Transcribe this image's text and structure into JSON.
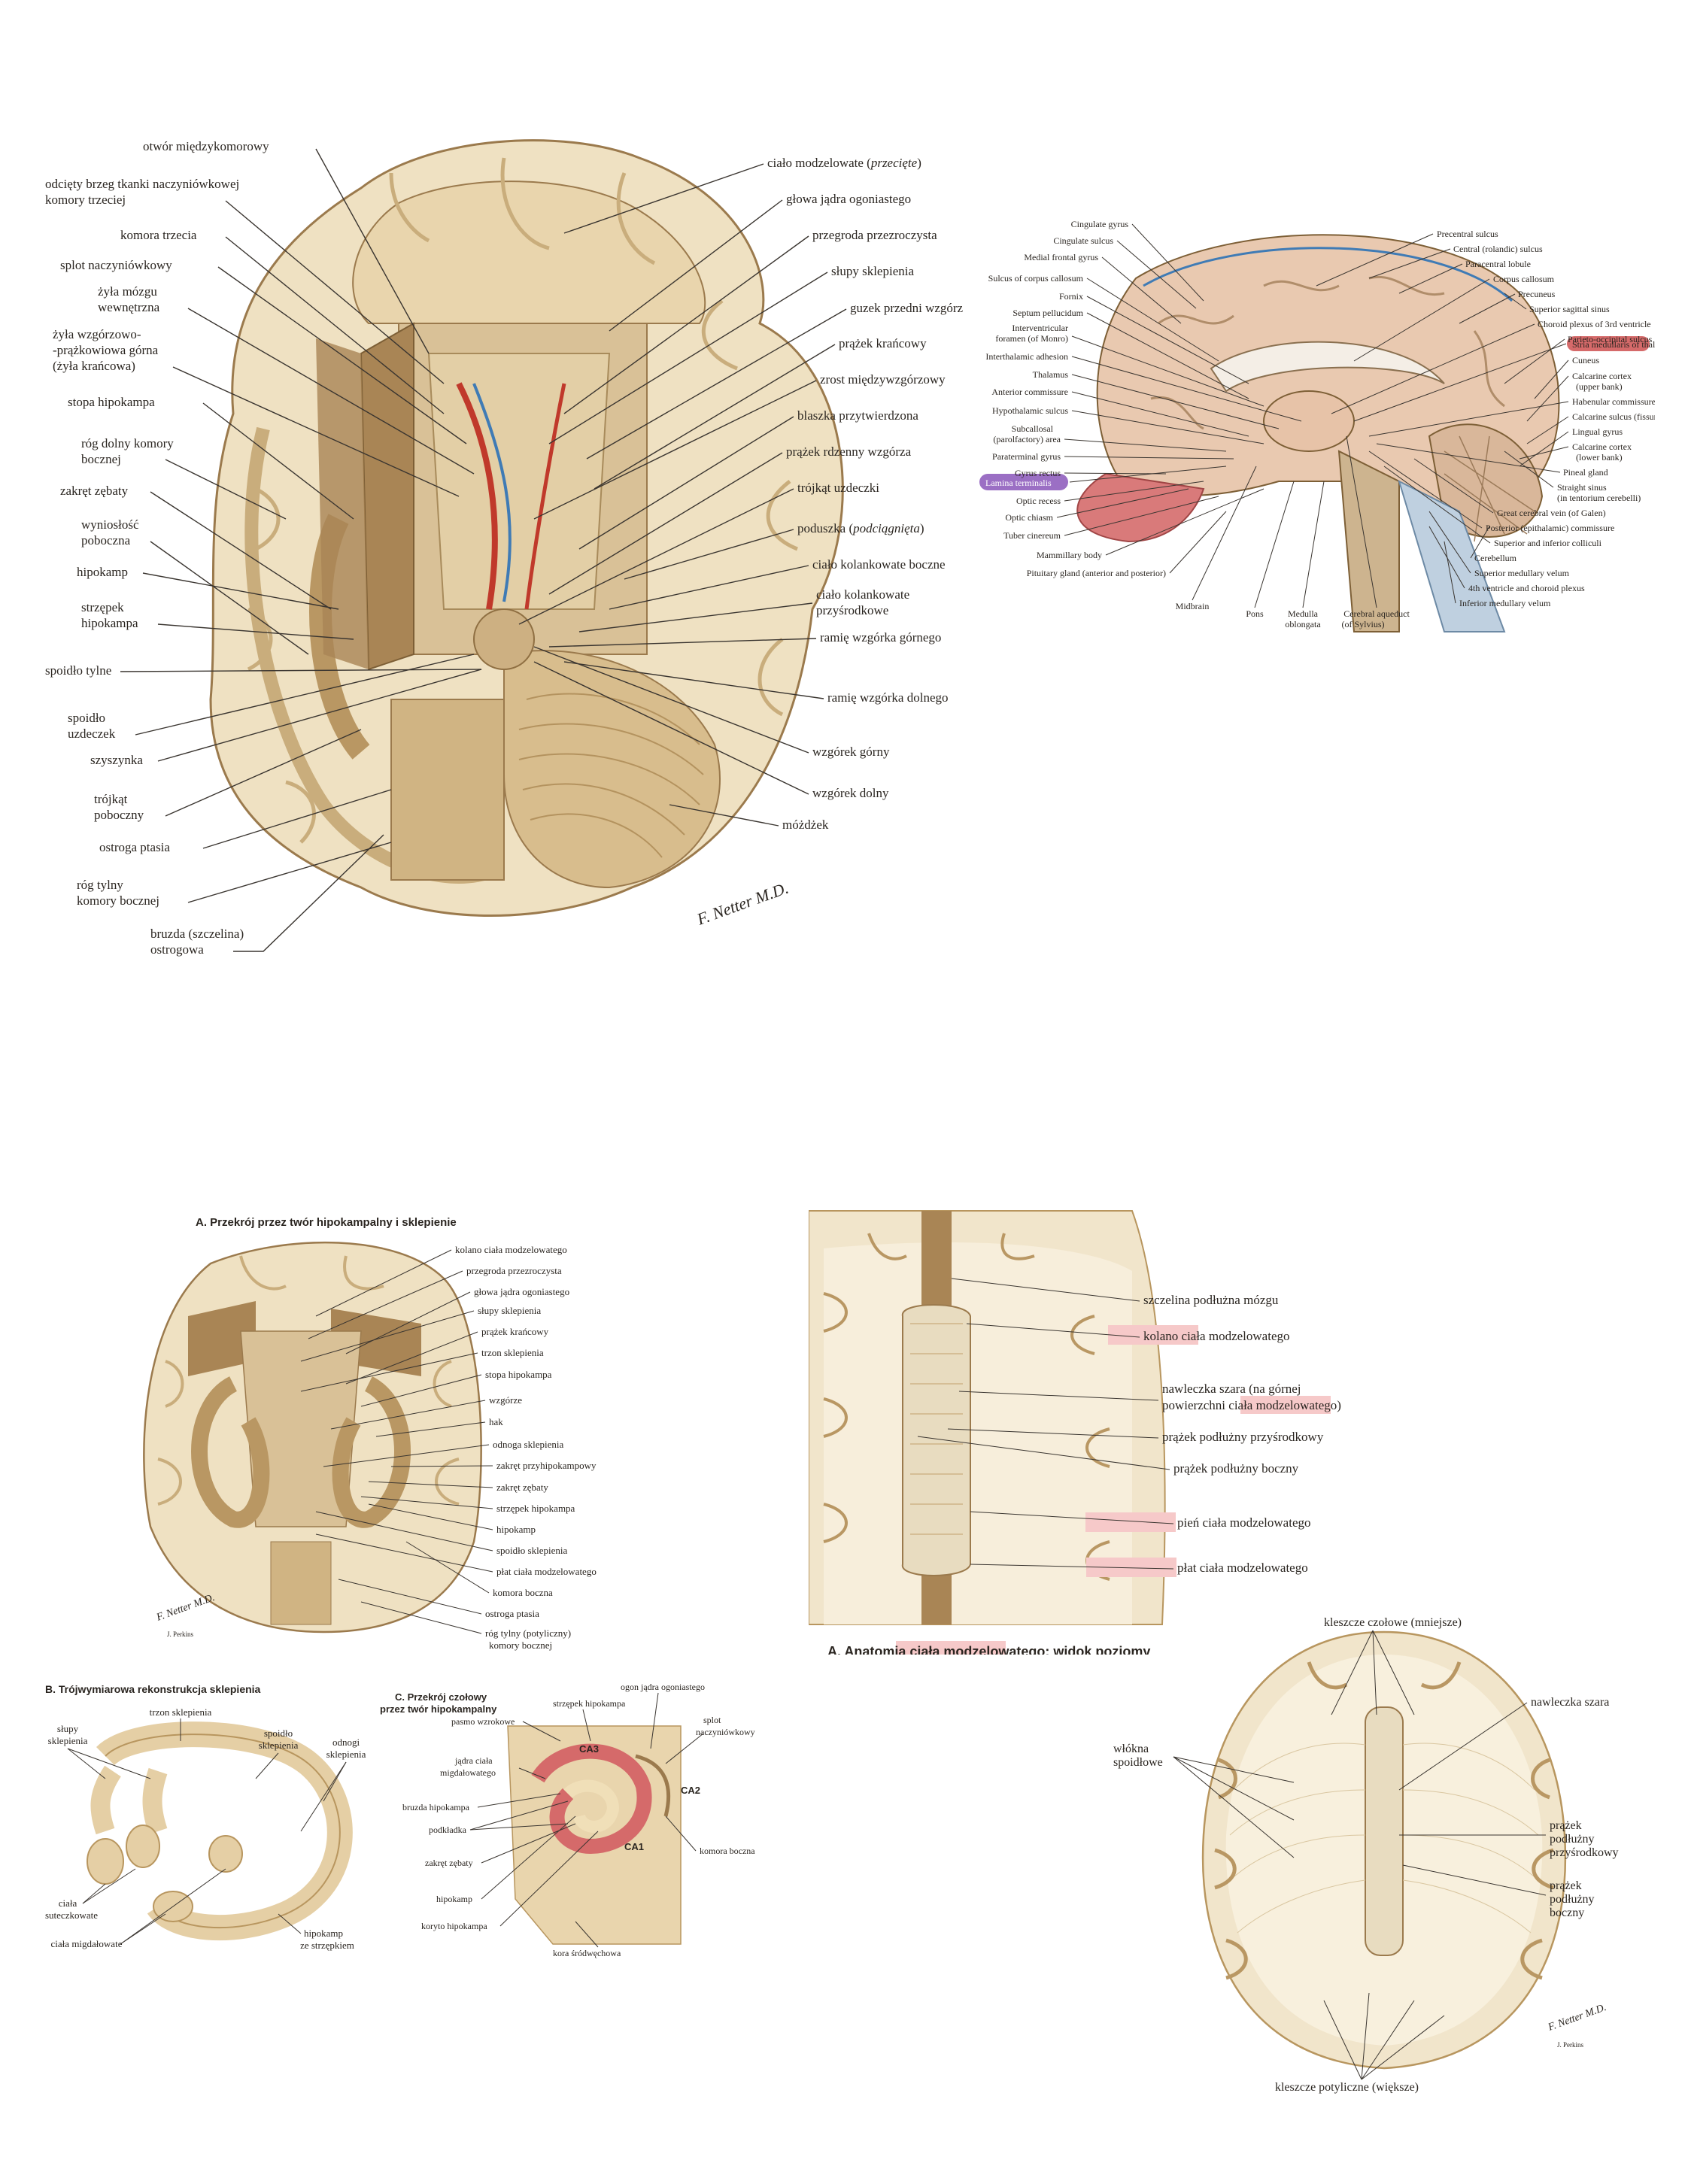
{
  "colors": {
    "tissue_light": "#efe1c2",
    "tissue_mid": "#d9c197",
    "tissue_dark": "#9b7a4d",
    "cut_surface": "#a98555",
    "vessel_red": "#c0392b",
    "vessel_blue": "#3f7bb5",
    "highlight_pink": "#f6c9c9",
    "highlight_red": "#d56a6a",
    "highlight_purple": "#9b6fc4"
  },
  "panel1": {
    "left_labels": [
      "otwór międzykomorowy",
      "odcięty brzeg tkanki naczyniówkowej",
      "komory trzeciej",
      "komora trzecia",
      "splot naczyniówkowy",
      "żyła mózgu",
      "wewnętrzna",
      "żyła wzgórzowo-",
      "-prążkowiowa górna",
      "(żyła krańcowa)",
      "stopa hipokampa",
      "róg dolny komory",
      "bocznej",
      "zakręt zębaty",
      "wyniosłość",
      "poboczna",
      "hipokamp",
      "strzępek",
      "hipokampa",
      "spoidło tylne",
      "spoidło",
      "uzdeczek",
      "szyszynka",
      "trójkąt",
      "poboczny",
      "ostroga ptasia",
      "róg tylny",
      "komory bocznej",
      "bruzda (szczelina)",
      "ostrogowa"
    ],
    "right_labels": [
      "ciało modzelowate (",
      "przecięte",
      ")",
      "głowa jądra ogoniastego",
      "przegroda przezroczysta",
      "słupy sklepienia",
      "guzek przedni wzgórza",
      "prążek krańcowy",
      "zrost międzywzgórzowy",
      "blaszka przytwierdzona",
      "prążek rdzenny wzgórza",
      "trójkąt uzdeczki",
      "poduszka (",
      "podciągnięta",
      "ciało kolankowate boczne",
      "ciało kolankowate",
      "przyśrodkowe",
      "ramię wzgórka górnego",
      "ramię wzgórka dolnego",
      "wzgórek górny",
      "wzgórek dolny",
      "móżdżek"
    ],
    "signature": "F. Netter M.D."
  },
  "panel2": {
    "left_labels": [
      "Cingulate gyrus",
      "Cingulate sulcus",
      "Medial frontal gyrus",
      "Sulcus of corpus callosum",
      "Fornix",
      "Septum pellucidum",
      "Interventricular",
      "foramen (of Monro)",
      "Interthalamic adhesion",
      "Thalamus",
      "Anterior commissure",
      "Hypothalamic sulcus",
      "Subcallosal",
      "(parolfactory) area",
      "Paraterminal gyrus",
      "Gyrus rectus",
      "Lamina terminalis",
      "Optic recess",
      "Optic chiasm",
      "Tuber cinereum",
      "Mammillary body",
      "Pituitary gland (anterior and posterior)"
    ],
    "bottom_labels": [
      "Midbrain",
      "Pons",
      "Medulla",
      "oblongata",
      "Cerebral aqueduct",
      "(of Sylvius)"
    ],
    "right_labels": [
      "Precentral sulcus",
      "Central (rolandic) sulcus",
      "Paracentral lobule",
      "Corpus callosum",
      "Precuneus",
      "Superior sagittal sinus",
      "Choroid plexus of 3rd ventricle",
      "Parieto-occipital sulcus",
      "Stria medullaris of thalamus",
      "Cuneus",
      "Calcarine cortex",
      "(upper bank)",
      "Habenular commissure",
      "Calcarine sulcus (fissure)",
      "Lingual gyrus",
      "Calcarine cortex",
      "(lower bank)",
      "Pineal gland",
      "Straight sinus",
      "(in tentorium cerebelli)",
      "Great cerebral vein (of Galen)",
      "Posterior (epithalamic) commissure",
      "Superior and inferior colliculi",
      "Cerebellum",
      "Superior medullary velum",
      "4th ventricle and choroid plexus",
      "Inferior medullary velum"
    ]
  },
  "panel3": {
    "title": "A. Przekrój przez twór hipokampalny i sklepienie",
    "right_labels": [
      "kolano ciała modzelowatego",
      "przegroda przezroczysta",
      "głowa jądra ogoniastego",
      "słupy sklepienia",
      "prążek krańcowy",
      "trzon sklepienia",
      "stopa hipokampa",
      "wzgórze",
      "hak",
      "odnoga sklepienia",
      "zakręt przyhipokampowy",
      "zakręt zębaty",
      "strzępek hipokampa",
      "hipokamp",
      "spoidło sklepienia",
      "płat ciała modzelowatego",
      "komora boczna",
      "ostroga ptasia",
      "róg tylny (potyliczny)",
      "komory bocznej"
    ],
    "signature": "F. Netter M.D.",
    "signature2": "J. Perkins"
  },
  "panel4": {
    "title": "B. Trójwymiarowa rekonstrukcja sklepienia",
    "labels": [
      "trzon sklepienia",
      "słupy",
      "sklepienia",
      "spoidło",
      "sklepienia",
      "odnogi",
      "sklepienia",
      "ciała",
      "suteczkowate",
      "ciała migdałowate",
      "hipokamp",
      "ze strzępkiem"
    ]
  },
  "panel5": {
    "title_line1": "C.  Przekrój czołowy",
    "title_line2": "przez twór hipokampalny",
    "labels": [
      "ogon jądra ogoniastego",
      "strzępek hipokampa",
      "pasmo wzrokowe",
      "splot",
      "naczyniówkowy",
      "jądra ciała",
      "migdałowatego",
      "bruzda hipokampa",
      "podkładka",
      "zakręt zębaty",
      "hipokamp",
      "koryto hipokampa",
      "kora śródwęchowa",
      "komora boczna"
    ],
    "region_labels": [
      "CA3",
      "CA2",
      "CA1"
    ]
  },
  "panel6": {
    "labels": [
      "szczelina podłużna mózgu",
      "kolano ciała ",
      "modzelowatego",
      "nawleczka szara (na górnej",
      "powierzchni ciała ",
      "modzelowatego",
      ")",
      "prążek podłużny przyśrodkowy",
      "prążek podłużny boczny",
      "pień ciała ",
      "modzelowatego",
      "płat ciała ",
      "modzelowatego"
    ],
    "caption_prefix": "A. Anatomia ciała ",
    "caption_highlight": "modzelowatego",
    "caption_suffix": ": widok poziomy"
  },
  "panel7": {
    "labels": [
      "kleszcze czołowe (mniejsze)",
      "nawleczka szara",
      "włókna",
      "spoidłowe",
      "prążek",
      "podłużny",
      "przyśrodkowy",
      "prążek",
      "podłużny",
      "boczny",
      "kleszcze potyliczne (większe)"
    ],
    "signature": "F. Netter M.D.",
    "signature2": "J. Perkins"
  }
}
